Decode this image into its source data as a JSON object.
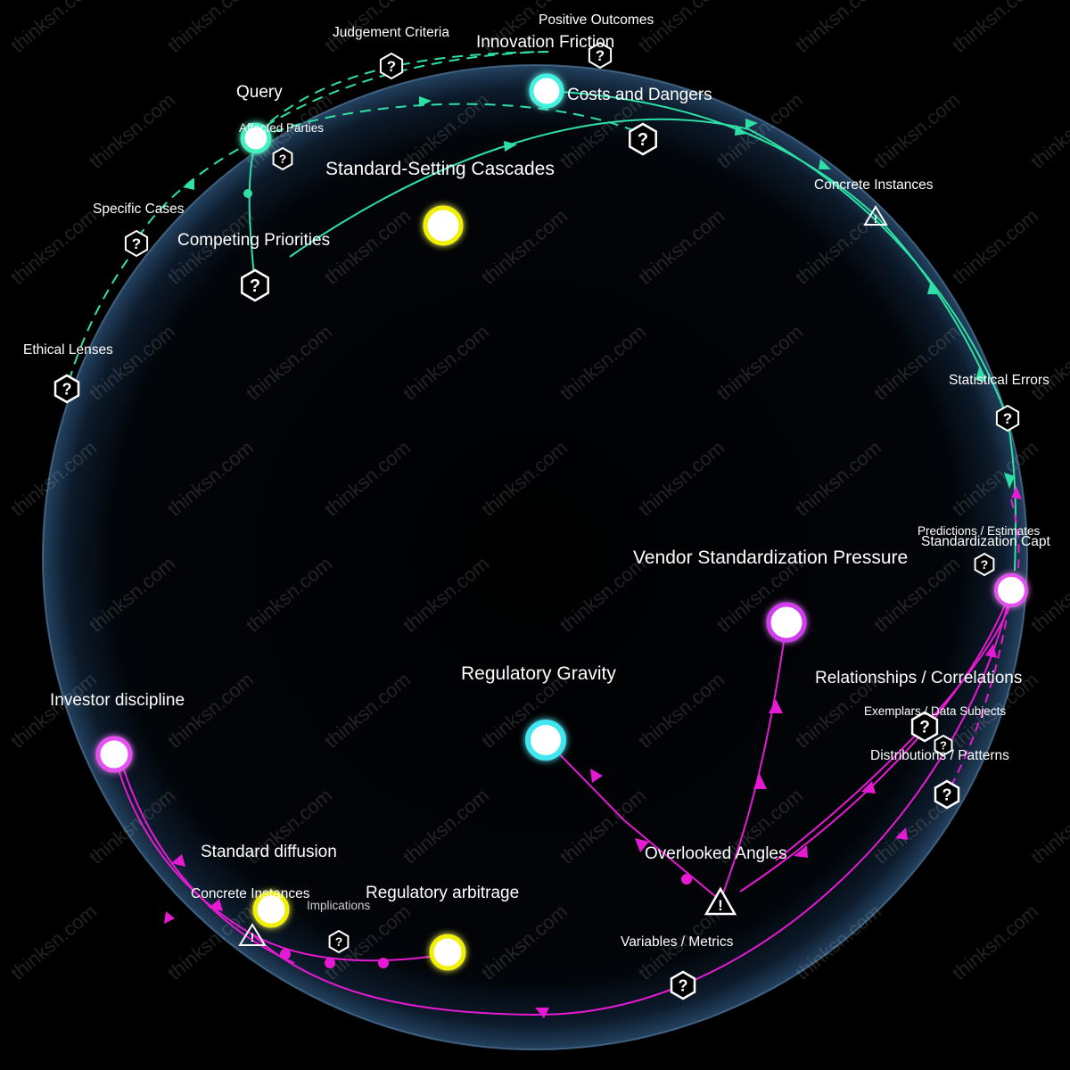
{
  "watermark": "thinksn.com",
  "colors": {
    "green": "#2fe0a6",
    "magenta": "#e61ad2",
    "cyan": "#6ff2f0",
    "yellow": "#f0f000",
    "violet": "#d23cf0",
    "sphere_rim": "#5b88b0"
  },
  "nodes": {
    "standard_setting_cascades": "Standard-Setting Cascades",
    "innovation_friction": "Innovation Friction",
    "competing_priorities": "Competing Priorities",
    "vendor_standardization_pressure": "Vendor Standardization Pressure",
    "regulatory_gravity": "Regulatory Gravity",
    "investor_discipline": "Investor discipline",
    "standard_diffusion": "Standard diffusion",
    "regulatory_arbitrage": "Regulatory arbitrage",
    "costs_and_dangers": "Costs and Dangers",
    "overlooked_angles": "Overlooked Angles",
    "relationships_correlations": "Relationships / Correlations",
    "standardization_capture": "Standardization Capt"
  },
  "markers": {
    "judgement_criteria": "Judgement Criteria",
    "positive_outcomes": "Positive Outcomes",
    "query": "Query",
    "affected_parties": "Affected Parties",
    "specific_cases": "Specific Cases",
    "ethical_lenses": "Ethical Lenses",
    "concrete_instances_top": "Concrete Instances",
    "statistical_errors": "Statistical Errors",
    "predictions_estimates": "Predictions / Estimates",
    "exemplars_data_subjects": "Exemplars / Data Subjects",
    "distributions_patterns": "Distributions / Patterns",
    "variables_metrics": "Variables / Metrics",
    "concrete_instances_bottom": "Concrete Instances",
    "implications": "Implications"
  },
  "icons": {
    "question": "?",
    "warning": "!"
  }
}
